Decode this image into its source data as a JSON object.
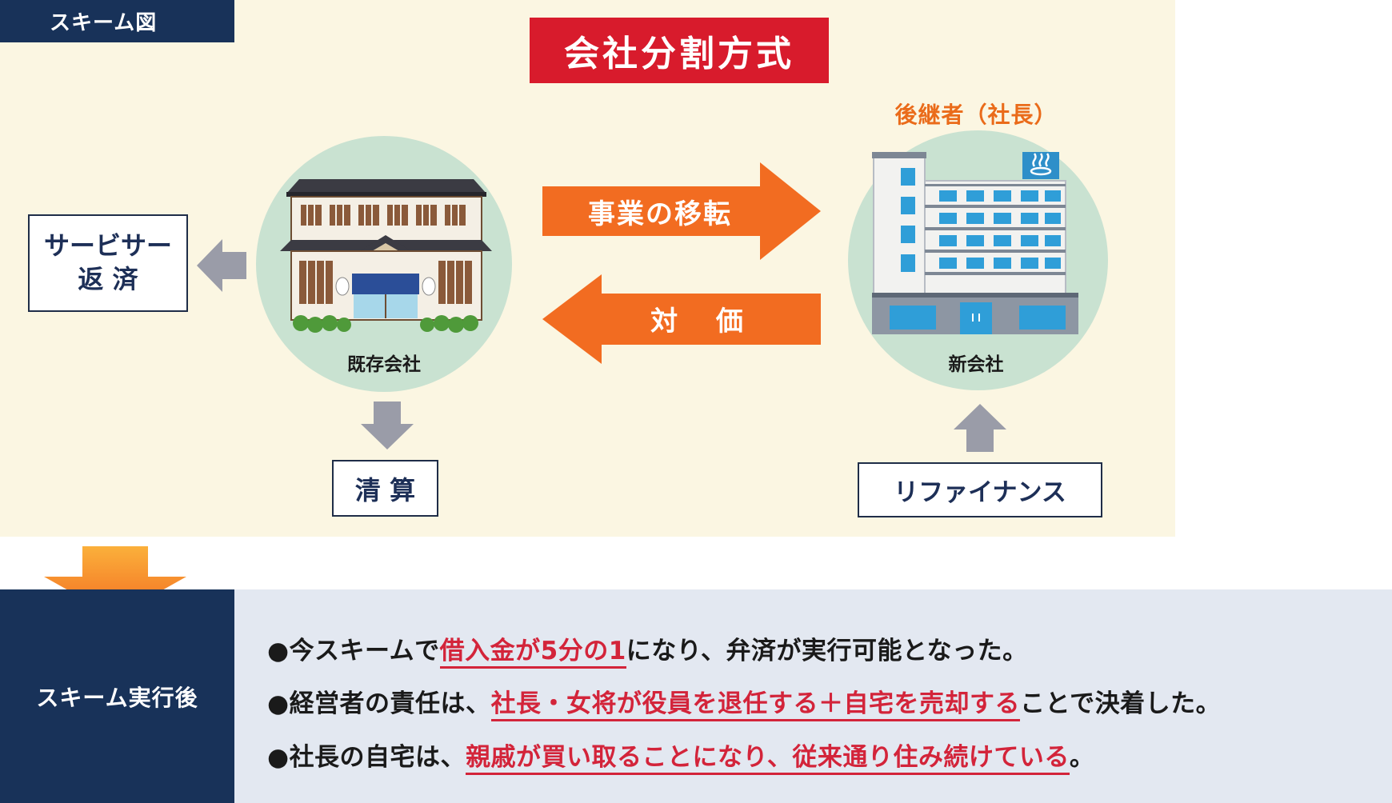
{
  "header": {
    "tab_label": "スキーム図",
    "title": "会社分割方式"
  },
  "left": {
    "existing_company": "既存会社",
    "servicer_line1": "サービサー",
    "servicer_line2": "返 済",
    "liquidation": "清 算"
  },
  "middle": {
    "transfer_label": "事業の移転",
    "consideration_label": "対 価"
  },
  "right": {
    "successor_label": "後継者（社長）",
    "new_company": "新会社",
    "refinance": "リファイナンス"
  },
  "result": {
    "side_label": "スキーム実行後",
    "bullets": [
      {
        "bullet": "●",
        "pre": "今スキームで",
        "highlight": "借入金が5分の1",
        "post": "になり、弁済が実行可能となった。"
      },
      {
        "bullet": "●",
        "pre": "経営者の責任は、",
        "highlight": "社長・女将が役員を退任する＋自宅を売却する",
        "post": "ことで決着した。"
      },
      {
        "bullet": "●",
        "pre": "社長の自宅は、",
        "highlight": "親戚が買い取ることになり、従来通り住み続けている",
        "post": "。"
      }
    ]
  },
  "colors": {
    "navy": "#183259",
    "title_red": "#d81b2c",
    "orange_arrow": "#f26c21",
    "successor_orange": "#ea6b1a",
    "highlight_red": "#d3243a",
    "panel_cream": "#fbf6e2",
    "panel_blue": "#e3e8f1",
    "circle_green": "#c9e2d1"
  },
  "icons": {
    "existing_company": "japanese-inn-icon",
    "new_company": "hotel-building-icon",
    "hot_spring": "hot-spring-icon"
  }
}
